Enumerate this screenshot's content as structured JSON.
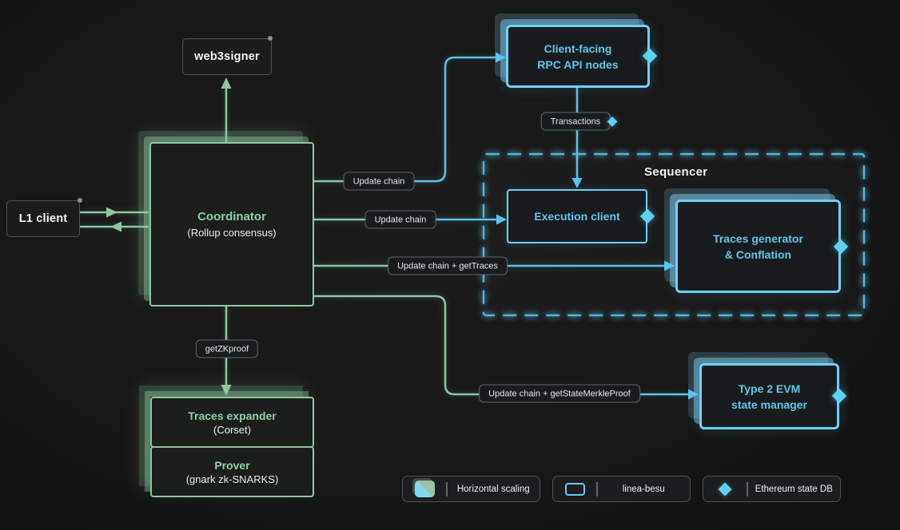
{
  "diagram": {
    "nodes": {
      "web3signer": {
        "label": "web3signer"
      },
      "l1_client": {
        "label": "L1 client"
      },
      "coordinator": {
        "title": "Coordinator",
        "subtitle": "(Rollup consensus)"
      },
      "client_facing_rpc": {
        "line1": "Client-facing",
        "line2": "RPC API nodes"
      },
      "sequencer": {
        "title": "Sequencer"
      },
      "execution_client": {
        "label": "Execution client"
      },
      "traces_generator": {
        "line1": "Traces generator",
        "line2": "& Conflation"
      },
      "type2_evm": {
        "line1": "Type 2 EVM",
        "line2": "state manager"
      },
      "traces_expander": {
        "title": "Traces expander",
        "subtitle": "(Corset)"
      },
      "prover": {
        "title": "Prover",
        "subtitle": "(gnark zk-SNARKS)"
      }
    },
    "edge_labels": {
      "transactions": "Transactions",
      "update_chain_1": "Update chain",
      "update_chain_2": "Update chain",
      "update_chain_traces": "Update chain + getTraces",
      "get_zkproof": "getZKproof",
      "update_chain_merkle": "Update chain + getStateMerkleProof"
    },
    "legend": [
      {
        "icon": "horizontal-scaling-icon",
        "label": "Horizontal scaling"
      },
      {
        "icon": "linea-besu-icon",
        "label": "linea-besu"
      },
      {
        "icon": "ethereum-state-db-icon",
        "label": "Ethereum state DB"
      }
    ],
    "colors": {
      "background": "#181818",
      "green": "#8cc89e",
      "green_text": "#8fd0a3",
      "cyan_line": "#56c5ef",
      "cyan_border": "#6fd0f4",
      "cyan_text": "#63c5e9",
      "diamond": "#5ed2f4",
      "label_border": "#5a666c",
      "gray_border": "#525252",
      "text_white": "#f5f5f5"
    }
  }
}
